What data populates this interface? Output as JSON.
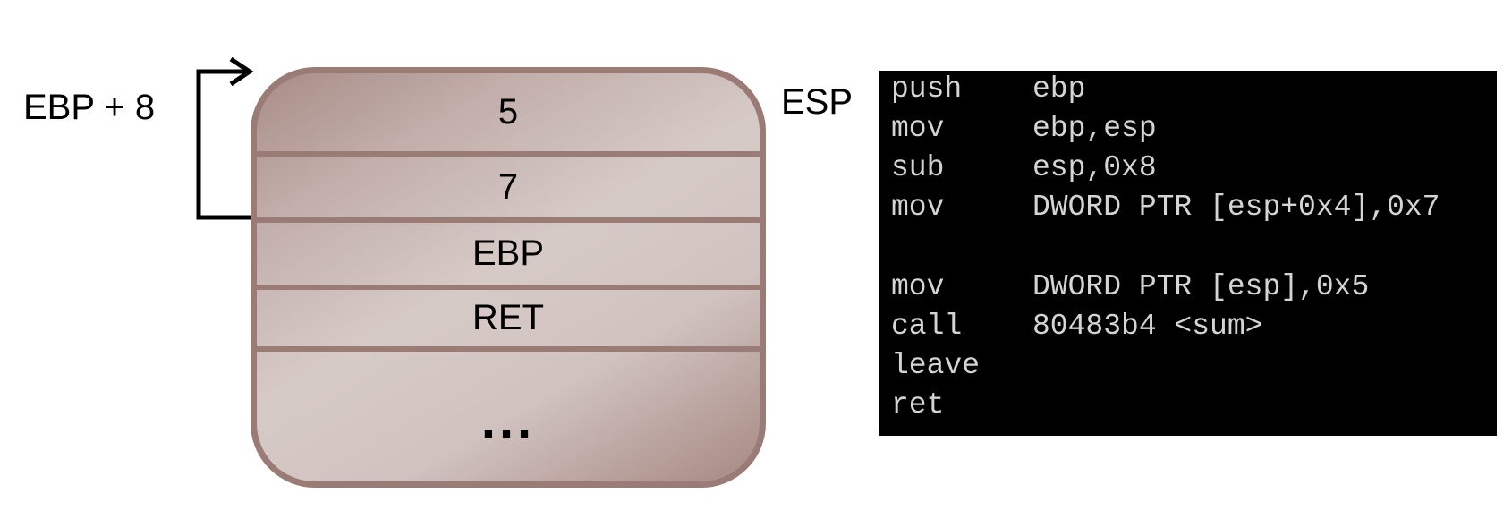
{
  "labels": {
    "ebp_plus_8": "EBP + 8",
    "esp": "ESP"
  },
  "stack": {
    "cells": [
      "5",
      "7",
      "EBP",
      "RET",
      "..."
    ]
  },
  "code": {
    "lines": [
      {
        "mnemonic": "push",
        "operand": "ebp"
      },
      {
        "mnemonic": "mov",
        "operand": "ebp,esp"
      },
      {
        "mnemonic": "sub",
        "operand": "esp,0x8"
      },
      {
        "mnemonic": "mov",
        "operand": "DWORD PTR [esp+0x4],0x7"
      },
      {
        "mnemonic": "mov",
        "operand": "DWORD PTR [esp],0x5"
      },
      {
        "mnemonic": "call",
        "operand": "80483b4 <sum>"
      },
      {
        "mnemonic": "leave",
        "operand": ""
      },
      {
        "mnemonic": "ret",
        "operand": ""
      }
    ]
  },
  "colors": {
    "stack_border": "#9a7b76",
    "code_background": "#000000",
    "code_text": "#d4d4d4"
  }
}
